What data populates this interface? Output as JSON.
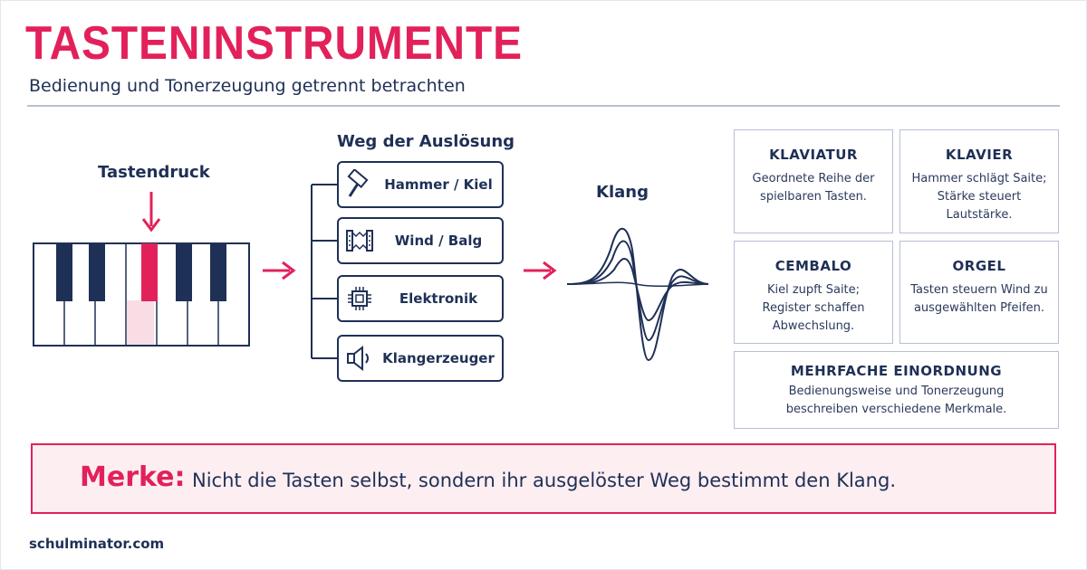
{
  "header": {
    "title": "TASTENINSTRUMENTE",
    "subtitle": "Bedienung und Tonerzeugung getrennt betrachten"
  },
  "input": {
    "label": "Tastendruck"
  },
  "paths": {
    "title": "Weg der Auslösung",
    "items": [
      {
        "label": "Hammer / Kiel",
        "icon": "hammer-icon"
      },
      {
        "label": "Wind / Balg",
        "icon": "bellows-icon"
      },
      {
        "label": "Elektronik",
        "icon": "chip-icon"
      },
      {
        "label": "Klangerzeuger",
        "icon": "speaker-icon"
      }
    ]
  },
  "output": {
    "label": "Klang"
  },
  "cards": [
    {
      "title": "KLAVIATUR",
      "text": [
        "Geordnete Reihe der",
        "spielbaren Tasten."
      ]
    },
    {
      "title": "KLAVIER",
      "text": [
        "Hammer schlägt Saite;",
        "Stärke steuert",
        "Lautstärke."
      ]
    },
    {
      "title": "CEMBALO",
      "text": [
        "Kiel zupft Saite;",
        "Register schaffen",
        "Abwechslung."
      ]
    },
    {
      "title": "ORGEL",
      "text": [
        "Tasten steuern Wind zu",
        "ausgewählten Pfeifen."
      ]
    },
    {
      "title": "MEHRFACHE EINORDNUNG",
      "text": [
        "Bedienungsweise und Tonerzeugung",
        "beschreiben verschiedene Merkmale."
      ]
    }
  ],
  "note": {
    "label": "Merke:",
    "text": "Nicht die Tasten selbst, sondern ihr ausgelöster Weg bestimmt den Klang."
  },
  "footer": {
    "source": "schulminator.com"
  },
  "colors": {
    "accent": "#e2215a",
    "navy": "#1f3056",
    "highlight": "#fdeef2"
  }
}
